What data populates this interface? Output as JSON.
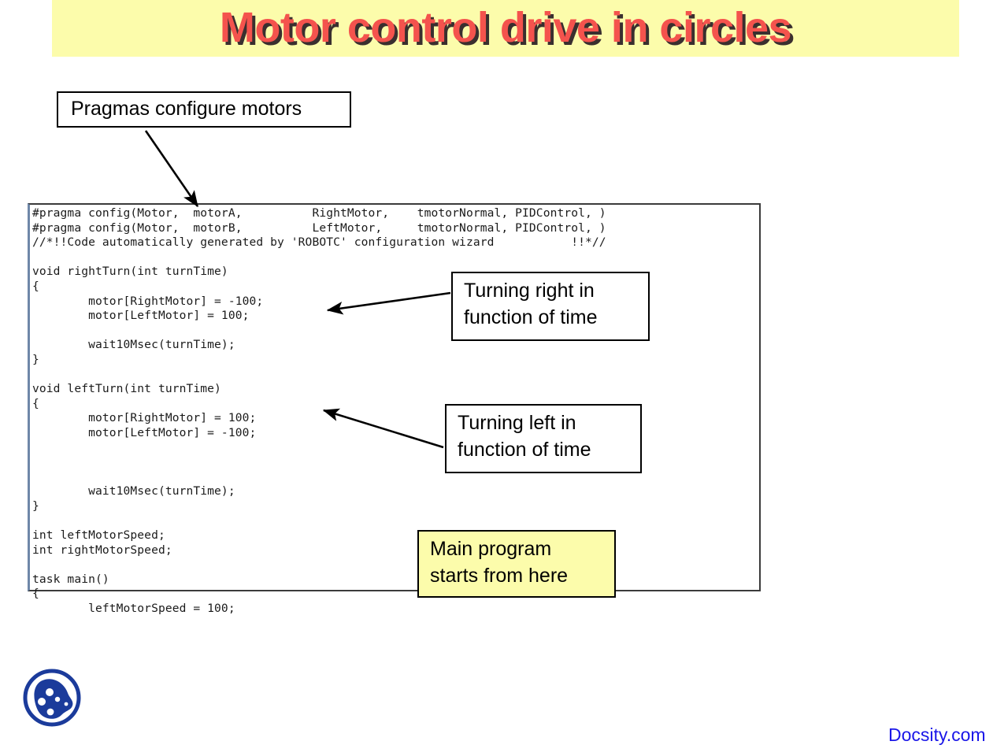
{
  "slide": {
    "title": "Motor control drive in circles",
    "banner_color": "#fcfcab",
    "title_color": "#f4534d",
    "title_shadow_color": "#3a2f2f"
  },
  "callouts": [
    {
      "id": "pragmas",
      "text": "Pragmas configure motors",
      "background": "#ffffff",
      "border_color": "#000000"
    },
    {
      "id": "right-turn",
      "text": "Turning right in\nfunction of time",
      "background": "#ffffff",
      "border_color": "#000000"
    },
    {
      "id": "left-turn",
      "text": "Turning left in\nfunction of time",
      "background": "#ffffff",
      "border_color": "#000000"
    },
    {
      "id": "main-program",
      "text": "Main program\nstarts from here",
      "background": "#fcfcab",
      "border_color": "#000000"
    }
  ],
  "code_panel": {
    "border_color": "#3b3b3b",
    "gutter_color": "#6f87a8",
    "text": "#pragma config(Motor,  motorA,          RightMotor,    tmotorNormal, PIDControl, )\n#pragma config(Motor,  motorB,          LeftMotor,     tmotorNormal, PIDControl, )\n//*!!Code automatically generated by 'ROBOTC' configuration wizard           !!*//\n\nvoid rightTurn(int turnTime)\n{\n        motor[RightMotor] = -100;\n        motor[LeftMotor] = 100;\n\n        wait10Msec(turnTime);\n}\n\nvoid leftTurn(int turnTime)\n{\n        motor[RightMotor] = 100;\n        motor[LeftMotor] = -100;\n\n\n\n        wait10Msec(turnTime);\n}\n\nint leftMotorSpeed;\nint rightMotorSpeed;\n\ntask main()\n{\n        leftMotorSpeed = 100;"
  },
  "footer": {
    "brand": "Docsity.com",
    "brand_color": "#1a16e8",
    "logo_color": "#1b3b9b"
  }
}
